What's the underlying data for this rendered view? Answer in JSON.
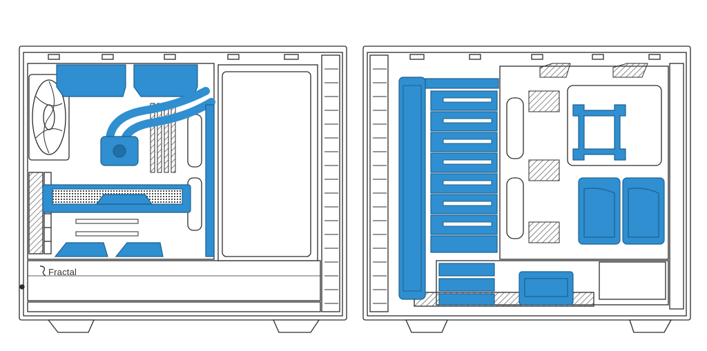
{
  "brand": {
    "logo_text": "Fractal"
  },
  "colors": {
    "component_blue": "#2f8fd0",
    "outline": "#2a2a2a",
    "panel_fill": "#ffffff",
    "hatch": "#555555"
  },
  "views": [
    {
      "id": "left-side-view",
      "highlighted_components": [
        "top-radiators",
        "aio-pump-and-tubes",
        "graphics-card",
        "bottom-drive-sleds"
      ]
    },
    {
      "id": "right-side-view",
      "highlighted_components": [
        "front-radiator",
        "drive-sled-stack",
        "cpu-mount-bracket",
        "rear-ssd-trays",
        "bottom-hdd"
      ]
    }
  ]
}
